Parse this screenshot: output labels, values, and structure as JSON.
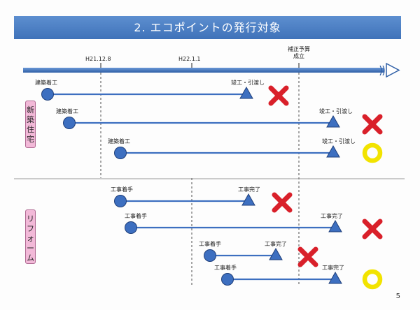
{
  "title": "2. エコポイントの発行対象",
  "page_number": "5",
  "timeline": {
    "labels": [
      "H21.12.8",
      "H22.1.1",
      "補正予算\n成立"
    ]
  },
  "categories": {
    "new_house": "新築住宅",
    "reform": "リフォーム"
  },
  "rows": [
    {
      "start": "建築着工",
      "end": "竣工・引渡し",
      "result": "×"
    },
    {
      "start": "建築着工",
      "end": "竣工・引渡し",
      "result": "×"
    },
    {
      "start": "建築着工",
      "end": "竣工・引渡し",
      "result": "○"
    },
    {
      "start": "工事着手",
      "end": "工事完了",
      "result": "×"
    },
    {
      "start": "工事着手",
      "end": "工事完了",
      "result": "×"
    },
    {
      "start": "工事着手",
      "end": "工事完了",
      "result": "×"
    },
    {
      "start": "工事着手",
      "end": "工事完了",
      "result": "○"
    }
  ],
  "colors": {
    "title_bar": "#4a7cc2",
    "timeline": "#3f6fb5",
    "circle": "#3d6fc0",
    "triangle": "#3d6fc0",
    "cross": "#d9202a",
    "ring": "#f2e300",
    "side_box": "#f2b9d8"
  }
}
